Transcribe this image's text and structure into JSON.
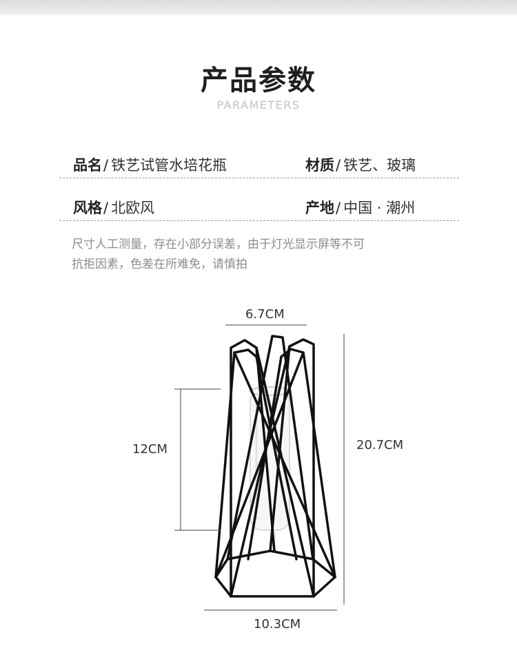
{
  "title": "产品参数",
  "subtitle": "PARAMETERS",
  "params": [
    {
      "key": "品名",
      "value": "铁艺试管水培花瓶"
    },
    {
      "key": "材质",
      "value": "铁艺、玻璃"
    },
    {
      "key": "风格",
      "value": "北欧风"
    },
    {
      "key": "产地",
      "value": "中国 · 潮州"
    }
  ],
  "separator": "/",
  "note_line1": "尺寸人工测量，存在小部分误差，由于灯光显示屏等不可",
  "note_line2": "抗拒因素，色差在所难免，请慎拍",
  "dimensions": {
    "top_width": "6.7CM",
    "tube_height": "12CM",
    "total_height": "20.7CM",
    "base_width": "10.3CM"
  },
  "colors": {
    "frame": "#111111",
    "divider": "#9a9a9a",
    "subtitle": "#c2c2c2",
    "note": "#8c8c8c"
  }
}
